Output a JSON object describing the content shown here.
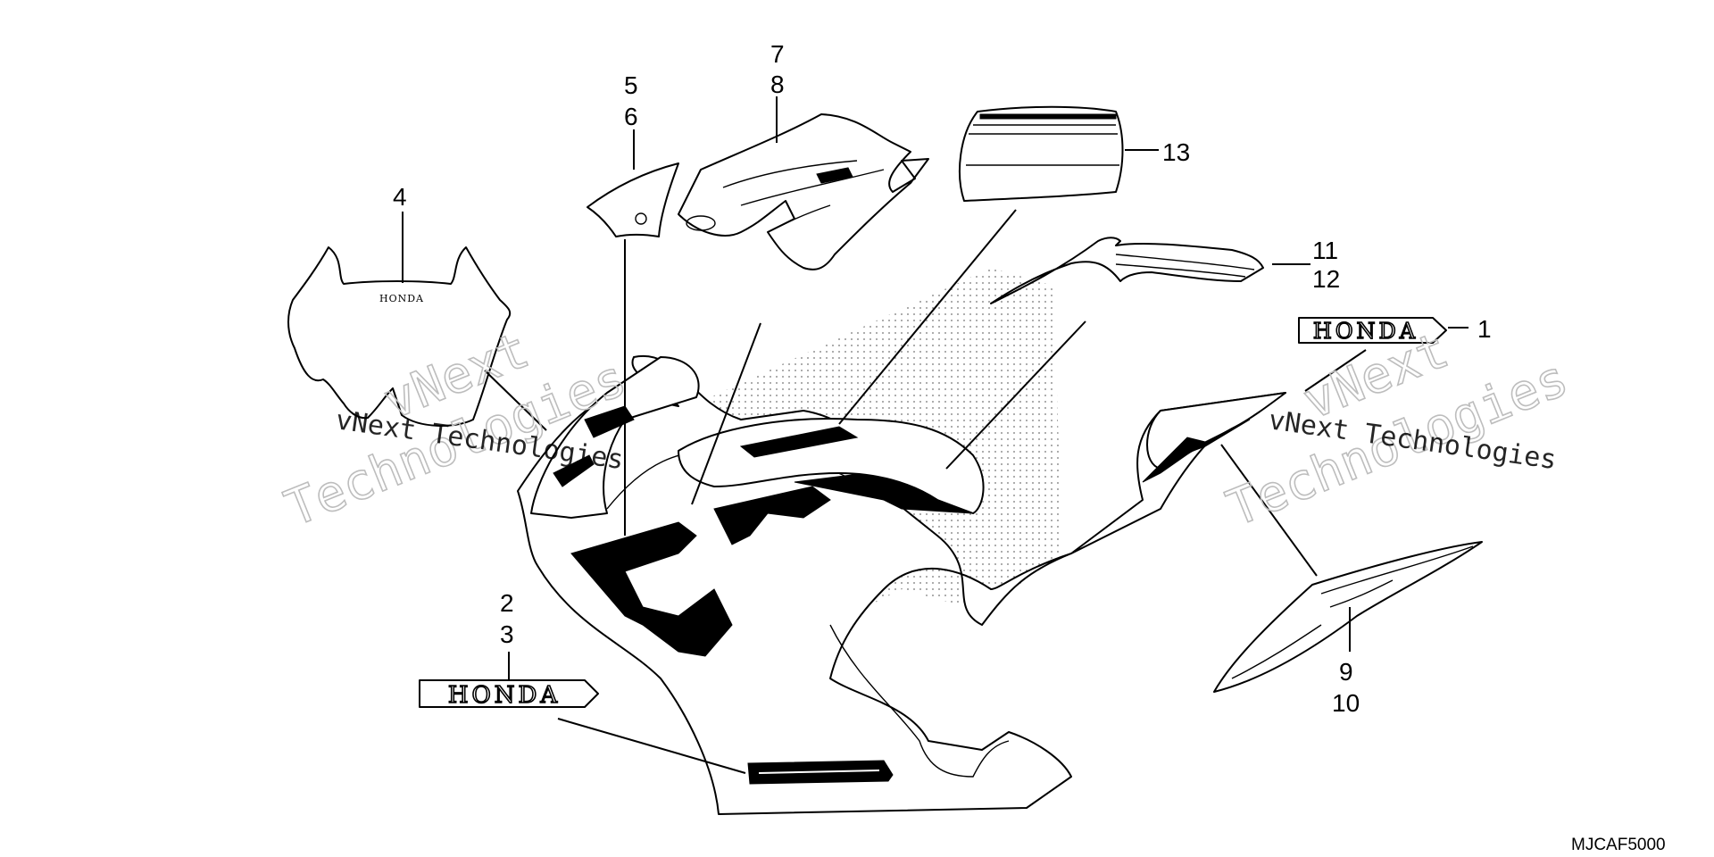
{
  "callouts": {
    "c1": "1",
    "c2": "2",
    "c3": "3",
    "c4": "4",
    "c5": "5",
    "c6": "6",
    "c7": "7",
    "c8": "8",
    "c9": "9",
    "c10": "10",
    "c11": "11",
    "c12": "12",
    "c13": "13"
  },
  "diagram_code": "MJCAF5000",
  "emblems": {
    "honda_large_1": "HONDA",
    "honda_large_2": "HONDA",
    "honda_screen": "HONDA"
  },
  "watermarks": {
    "left_small": "vNext Technologies",
    "right_small": "vNext Technologies",
    "left_big_a": "vNext",
    "left_big_b": "Technologies",
    "right_big_a": "vNext",
    "right_big_b": "Technologies"
  }
}
